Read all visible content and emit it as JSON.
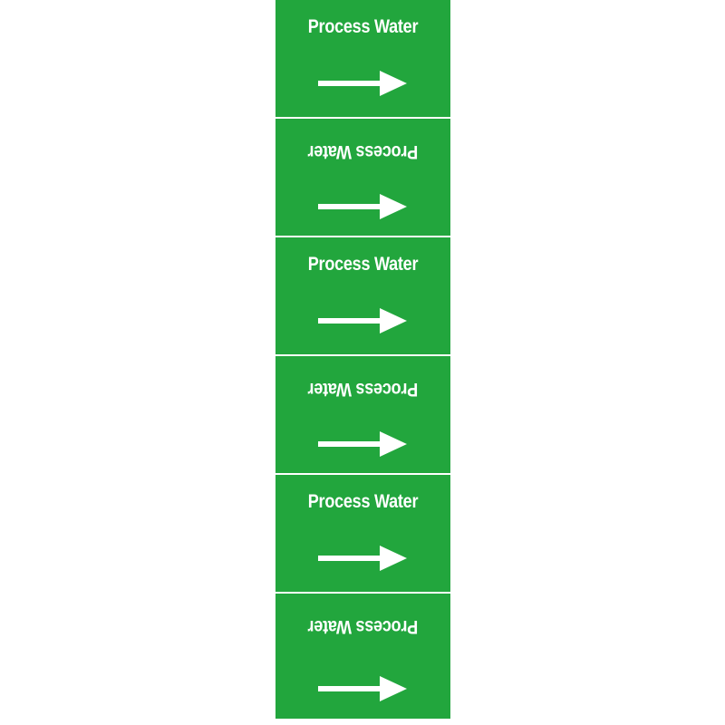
{
  "brand": {
    "label_color": "#22a63d",
    "text_color": "#ffffff"
  },
  "labels": [
    {
      "text": "Process Water",
      "orientation": "upright",
      "arrow": "arrow-right-icon"
    },
    {
      "text": "Process Water",
      "orientation": "inverted",
      "arrow": "arrow-right-icon"
    },
    {
      "text": "Process Water",
      "orientation": "upright",
      "arrow": "arrow-right-icon"
    },
    {
      "text": "Process Water",
      "orientation": "inverted",
      "arrow": "arrow-right-icon"
    },
    {
      "text": "Process Water",
      "orientation": "upright",
      "arrow": "arrow-right-icon"
    },
    {
      "text": "Process Water",
      "orientation": "inverted",
      "arrow": "arrow-right-icon"
    }
  ]
}
